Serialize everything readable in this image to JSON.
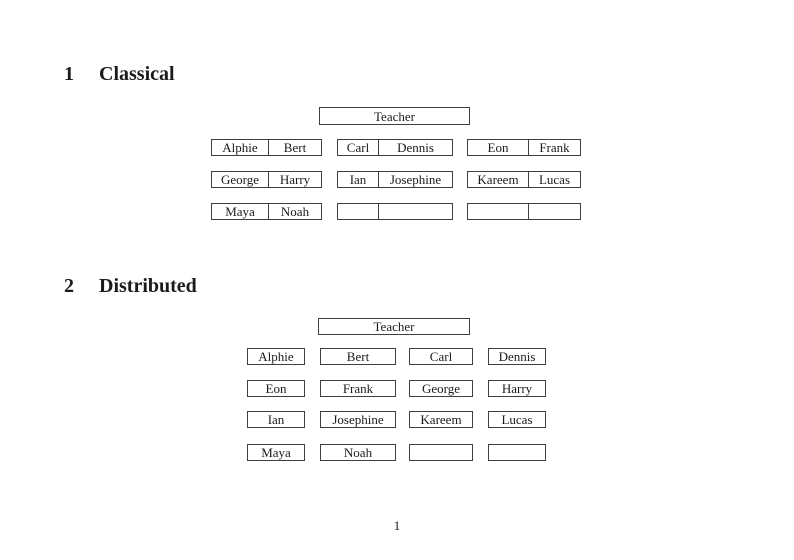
{
  "colors": {
    "ink": "#1b1b1b",
    "rule": "#3f3f3f",
    "paper": "#ffffff"
  },
  "classical": {
    "heading_number": "1",
    "heading_title": "Classical",
    "teacher_label": "Teacher",
    "desks": [
      {
        "cells": [
          "Alphie",
          "Bert"
        ]
      },
      {
        "cells": [
          "Carl",
          "Dennis"
        ]
      },
      {
        "cells": [
          "Eon",
          "Frank"
        ]
      },
      {
        "cells": [
          "George",
          "Harry"
        ]
      },
      {
        "cells": [
          "Ian",
          "Josephine"
        ]
      },
      {
        "cells": [
          "Kareem",
          "Lucas"
        ]
      },
      {
        "cells": [
          "Maya",
          "Noah"
        ]
      },
      {
        "cells": [
          "",
          ""
        ]
      },
      {
        "cells": [
          "",
          ""
        ]
      }
    ]
  },
  "distributed": {
    "heading_number": "2",
    "heading_title": "Distributed",
    "teacher_label": "Teacher",
    "seats": [
      "Alphie",
      "Bert",
      "Carl",
      "Dennis",
      "Eon",
      "Frank",
      "George",
      "Harry",
      "Ian",
      "Josephine",
      "Kareem",
      "Lucas",
      "Maya",
      "Noah",
      "",
      ""
    ]
  },
  "footer": {
    "page_number": "1"
  }
}
